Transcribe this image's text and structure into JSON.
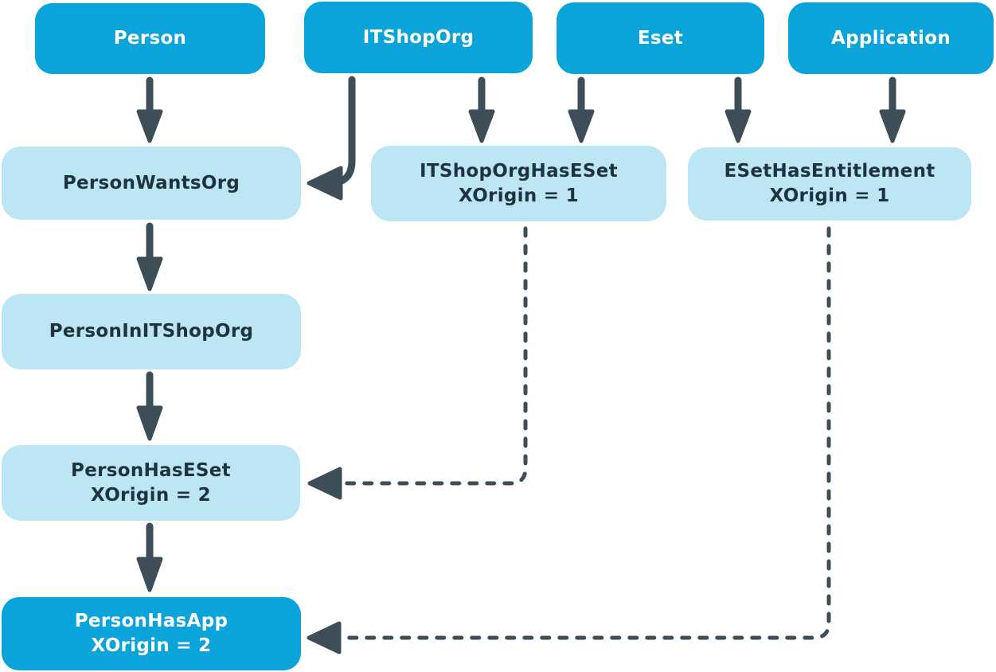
{
  "diagram": {
    "colors": {
      "background": "#ffffff",
      "node_primary": "#0aa3da",
      "node_secondary": "#bde6f4",
      "arrow": "#3e4e58",
      "text_on_primary": "#ffffff",
      "text_on_secondary": "#1d333d"
    },
    "nodes": {
      "person": {
        "label": "Person"
      },
      "itshoporg": {
        "label": "ITShopOrg"
      },
      "eset": {
        "label": "Eset"
      },
      "application": {
        "label": "Application"
      },
      "personwantsorg": {
        "label": "PersonWantsOrg"
      },
      "itshoporghaseset": {
        "label": "ITShopOrgHasESet",
        "sublabel": "XOrigin = 1"
      },
      "esethasentitlement": {
        "label": "ESetHasEntitlement",
        "sublabel": "XOrigin = 1"
      },
      "personinitshoporg": {
        "label": "PersonInITShopOrg"
      },
      "personhaseset": {
        "label": "PersonHasESet",
        "sublabel": "XOrigin = 2"
      },
      "personhasapp": {
        "label": "PersonHasApp",
        "sublabel": "XOrigin = 2"
      }
    },
    "edges": [
      {
        "from": "Person",
        "to": "PersonWantsOrg",
        "style": "solid"
      },
      {
        "from": "ITShopOrg",
        "to": "PersonWantsOrg",
        "style": "solid"
      },
      {
        "from": "ITShopOrg",
        "to": "ITShopOrgHasESet",
        "style": "solid"
      },
      {
        "from": "Eset",
        "to": "ITShopOrgHasESet",
        "style": "solid"
      },
      {
        "from": "Eset",
        "to": "ESetHasEntitlement",
        "style": "solid"
      },
      {
        "from": "Application",
        "to": "ESetHasEntitlement",
        "style": "solid"
      },
      {
        "from": "PersonWantsOrg",
        "to": "PersonInITShopOrg",
        "style": "solid"
      },
      {
        "from": "PersonInITShopOrg",
        "to": "PersonHasESet",
        "style": "solid"
      },
      {
        "from": "PersonHasESet",
        "to": "PersonHasApp",
        "style": "solid"
      },
      {
        "from": "ITShopOrgHasESet",
        "to": "PersonHasESet",
        "style": "dashed"
      },
      {
        "from": "ESetHasEntitlement",
        "to": "PersonHasApp",
        "style": "dashed"
      }
    ]
  }
}
